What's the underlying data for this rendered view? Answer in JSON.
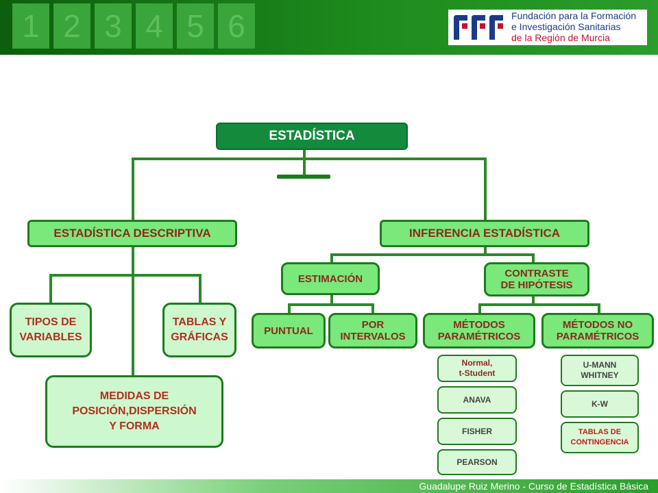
{
  "header": {
    "slide_numbers": [
      "1",
      "2",
      "3",
      "4",
      "5",
      "6"
    ],
    "logo": {
      "line1": "Fundación para la Formación",
      "line2": "e Investigación Sanitarias",
      "line3": "de la Región de Murcia"
    }
  },
  "diagram": {
    "root": "ESTADÍSTICA",
    "descriptiva": {
      "label": "ESTADÍSTICA DESCRIPTIVA",
      "tipos": "TIPOS DE\nVARIABLES",
      "tablas": "TABLAS Y\nGRÁFICAS",
      "medidas": "MEDIDAS DE\nPOSICIÓN,DISPERSIÓN\nY FORMA"
    },
    "inferencia": {
      "label": "INFERENCIA ESTADÍSTICA",
      "estimacion": "ESTIMACIÓN",
      "contraste": "CONTRASTE\nDE HIPÓTESIS",
      "puntual": "PUNTUAL",
      "intervalos": "POR\nINTERVALOS",
      "parametricos": "MÉTODOS\nPARAMÉTRICOS",
      "no_parametricos": "MÉTODOS NO\nPARAMÉTRICOS",
      "normal": "Normal,\nt-Student",
      "anava": "ANAVA",
      "fisher": "FISHER",
      "pearson": "PEARSON",
      "umann": "U-MANN\nWHITNEY",
      "kw": "K-W",
      "contingencia": "TABLAS DE\nCONTINGENCIA"
    }
  },
  "footer": {
    "credit": "Guadalupe Ruiz Merino - Curso de Estadística Básica"
  },
  "colors": {
    "header_green": "#1d8a1d",
    "node_green": "#7ae87a",
    "leaf_green": "#cdf7cd",
    "root_green": "#148a3c",
    "text_red": "#8a2a1c"
  }
}
